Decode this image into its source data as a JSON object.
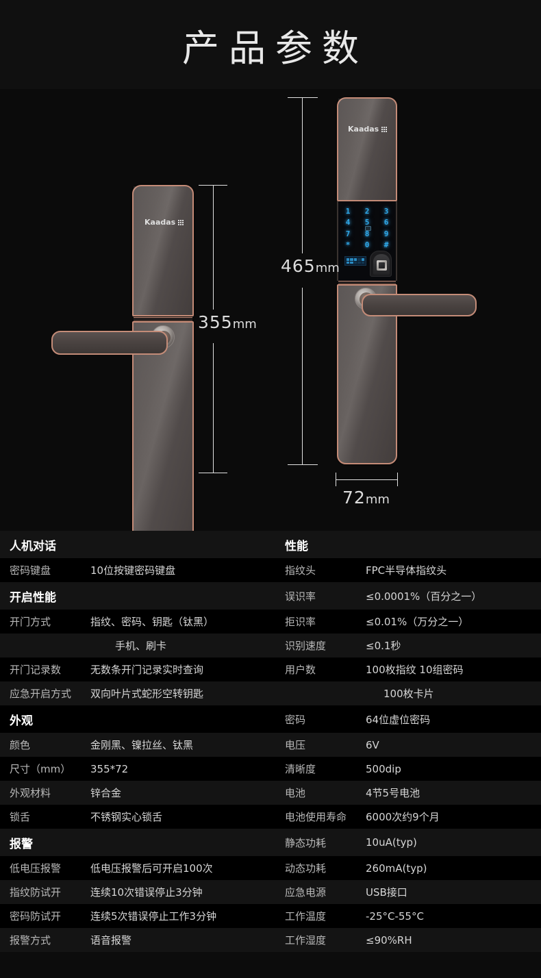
{
  "header": {
    "title": "产品参数"
  },
  "product": {
    "brand": "Kaadas",
    "rear_lock": {
      "name": "rear-panel",
      "dimension_label": "355",
      "dimension_unit": "mm"
    },
    "front_lock": {
      "name": "front-panel",
      "height_label": "465",
      "height_unit": "mm",
      "width_label": "72",
      "width_unit": "mm",
      "keypad": [
        "1",
        "2",
        "3",
        "4",
        "5",
        "6",
        "7",
        "8",
        "9",
        "*",
        "0",
        "#"
      ]
    },
    "colors": {
      "bezel": "#c48c78",
      "panel_face": "#5d5755",
      "keypad_glow": "#2ea8e8",
      "background": "#0b0b0b"
    }
  },
  "specs": {
    "rows": [
      {
        "type": "section",
        "left_label": "人机对话",
        "right_label": "性能",
        "right_type": "section"
      },
      {
        "type": "data",
        "left_label": "密码键盘",
        "left_value": "10位按键密码键盘",
        "right_label": "指纹头",
        "right_value": "FPC半导体指纹头"
      },
      {
        "type": "section",
        "left_label": "开启性能",
        "right_label": "误识率",
        "right_value": "≤0.0001%（百分之一）"
      },
      {
        "type": "data",
        "left_label": "开门方式",
        "left_value": "指纹、密码、钥匙（钛黑）",
        "right_label": "拒识率",
        "right_value": "≤0.01%（万分之一）"
      },
      {
        "type": "data",
        "left_label": "",
        "left_value": "手机、刷卡",
        "right_label": "识别速度",
        "right_value": "≤0.1秒"
      },
      {
        "type": "data",
        "left_label": "开门记录数",
        "left_value": "无数条开门记录实时查询",
        "right_label": "用户数",
        "right_value": "100枚指纹 10组密码"
      },
      {
        "type": "data",
        "left_label": "应急开启方式",
        "left_value": "双向叶片式蛇形空转钥匙",
        "right_label": "",
        "right_value": "100枚卡片"
      },
      {
        "type": "section",
        "left_label": "外观",
        "right_label": "密码",
        "right_value": "64位虚位密码"
      },
      {
        "type": "data",
        "left_label": "颜色",
        "left_value": "金刚黑、镍拉丝、钛黑",
        "right_label": "电压",
        "right_value": "6V"
      },
      {
        "type": "data",
        "left_label": "尺寸（mm）",
        "left_value": "355*72",
        "right_label": "清晰度",
        "right_value": "500dip"
      },
      {
        "type": "data",
        "left_label": "外观材料",
        "left_value": "锌合金",
        "right_label": "电池",
        "right_value": "4节5号电池"
      },
      {
        "type": "data",
        "left_label": "锁舌",
        "left_value": "不锈钢实心锁舌",
        "right_label": "电池使用寿命",
        "right_value": "6000次约9个月"
      },
      {
        "type": "section",
        "left_label": "报警",
        "right_label": "静态功耗",
        "right_value": "10uA(typ)"
      },
      {
        "type": "data",
        "left_label": "低电压报警",
        "left_value": "低电压报警后可开启100次",
        "right_label": "动态功耗",
        "right_value": "260mA(typ)"
      },
      {
        "type": "data",
        "left_label": "指纹防试开",
        "left_value": "连续10次错误停止3分钟",
        "right_label": "应急电源",
        "right_value": "USB接口"
      },
      {
        "type": "data",
        "left_label": "密码防试开",
        "left_value": "连续5次错误停止工作3分钟",
        "right_label": "工作温度",
        "right_value": "-25°C-55°C"
      },
      {
        "type": "data",
        "left_label": "报警方式",
        "left_value": "语音报警",
        "right_label": "工作湿度",
        "right_value": "≤90%RH"
      }
    ]
  }
}
